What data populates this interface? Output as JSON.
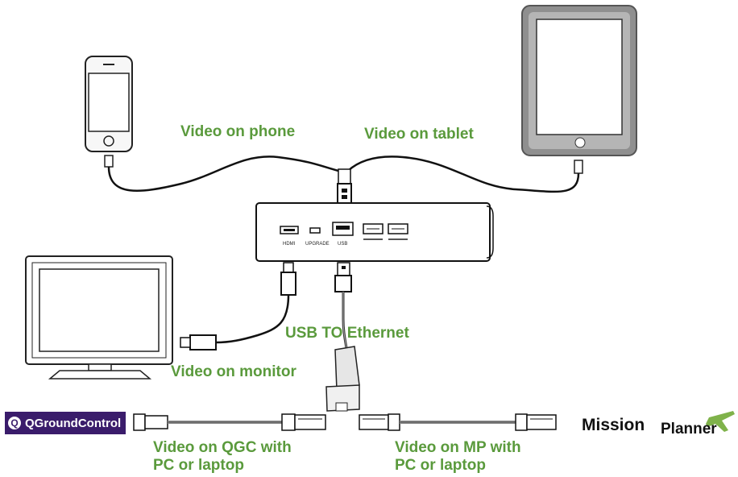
{
  "labels": {
    "video_phone": "Video on phone",
    "video_tablet": "Video on tablet",
    "usb_ethernet": "USB TO Ethernet",
    "video_monitor": "Video on monitor",
    "video_qgc_line1": "Video on QGC with",
    "video_qgc_line2": "PC or laptop",
    "video_mp_line1": "Video on MP with",
    "video_mp_line2": "PC or laptop"
  },
  "device_ports": {
    "hdmi": "HDMI",
    "upgrade": "UPGRADE",
    "usb": "USB"
  },
  "logos": {
    "qgc_text": "QGroundControl",
    "mp_text_1": "Mission",
    "mp_text_2": "Planner"
  },
  "colors": {
    "label_green": "#5a9a3c",
    "qgc_purple": "#3a1c6b",
    "tablet_frame": "#9a9a9a"
  }
}
